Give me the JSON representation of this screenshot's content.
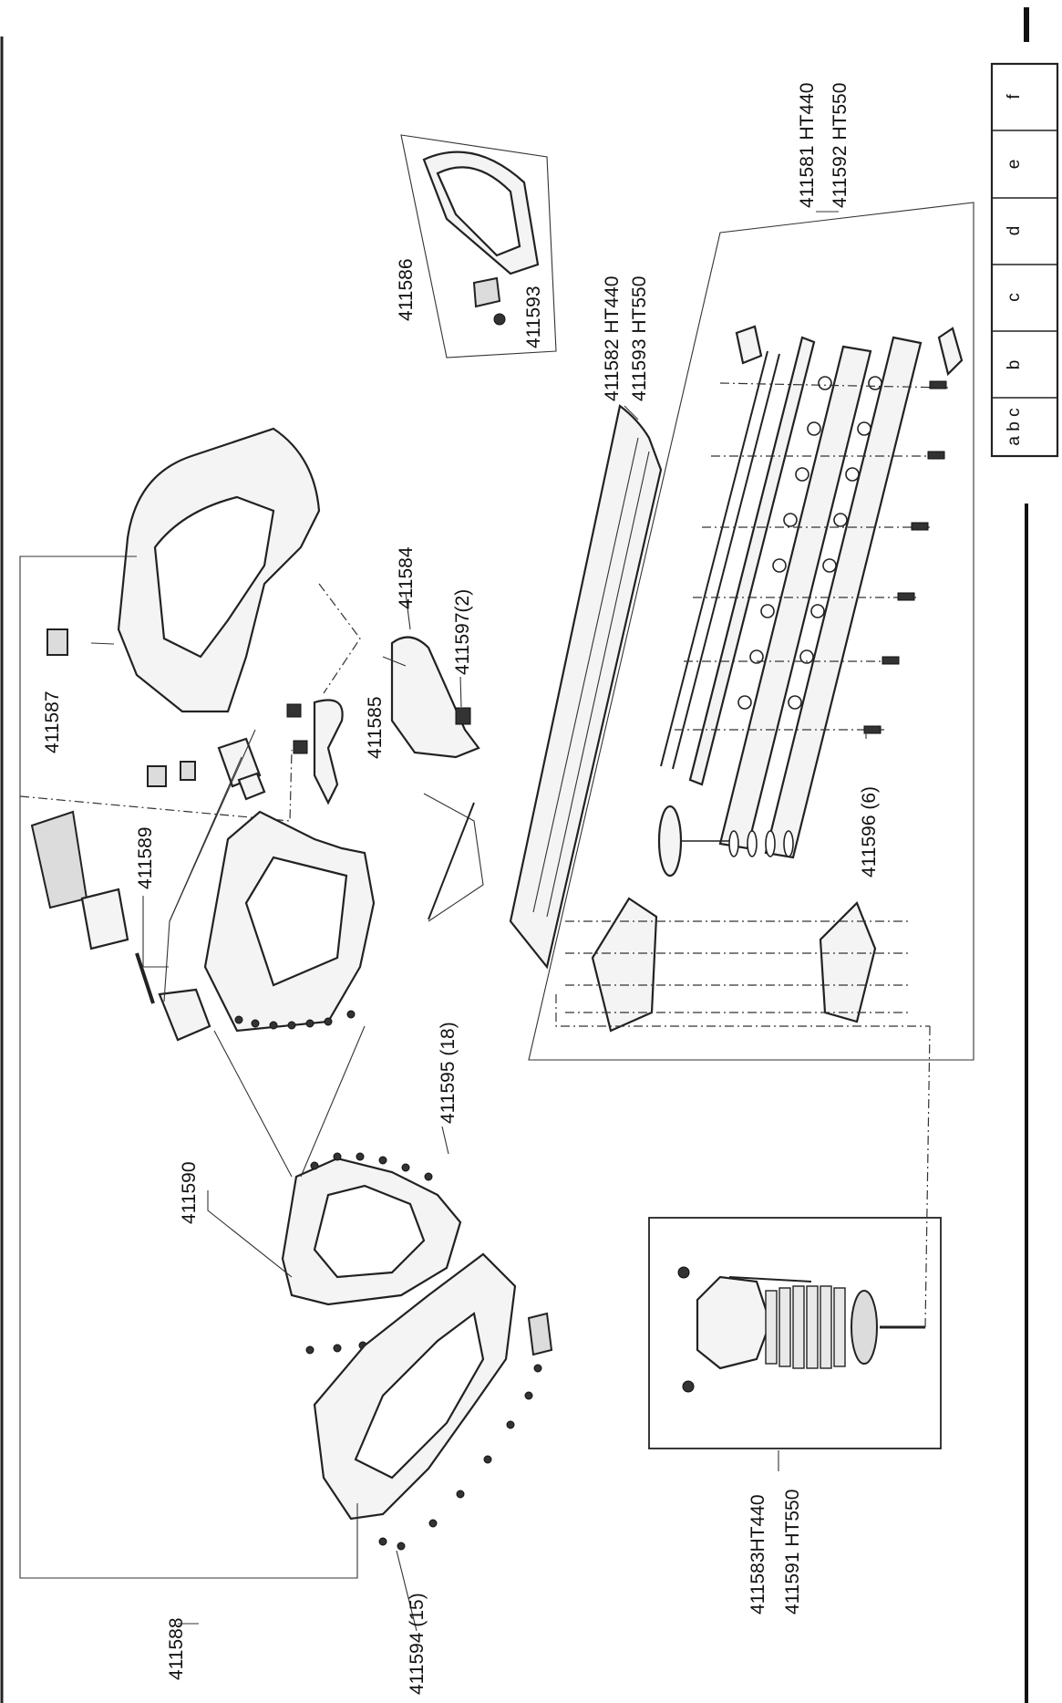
{
  "diagram": {
    "part_labels": {
      "p411581": "411581 HT440",
      "p411592": "411592 HT550",
      "p411586": "411586",
      "p411593_screw": "411593",
      "p411582": "411582 HT440",
      "p411593": "411593 HT550",
      "p411584": "411584",
      "p411597": "411597(2)",
      "p411585": "411585",
      "p411587": "411587",
      "p411589": "411589",
      "p411596": "411596 (6)",
      "p411595": "411595 (18)",
      "p411590": "411590",
      "p411588": "411588",
      "p411594": "411594 (15)",
      "p411583": "411583HT440",
      "p411591": "411591 HT550"
    },
    "title_block": {
      "cells": [
        "f",
        "e",
        "d",
        "c",
        "b",
        "a b c"
      ]
    }
  }
}
